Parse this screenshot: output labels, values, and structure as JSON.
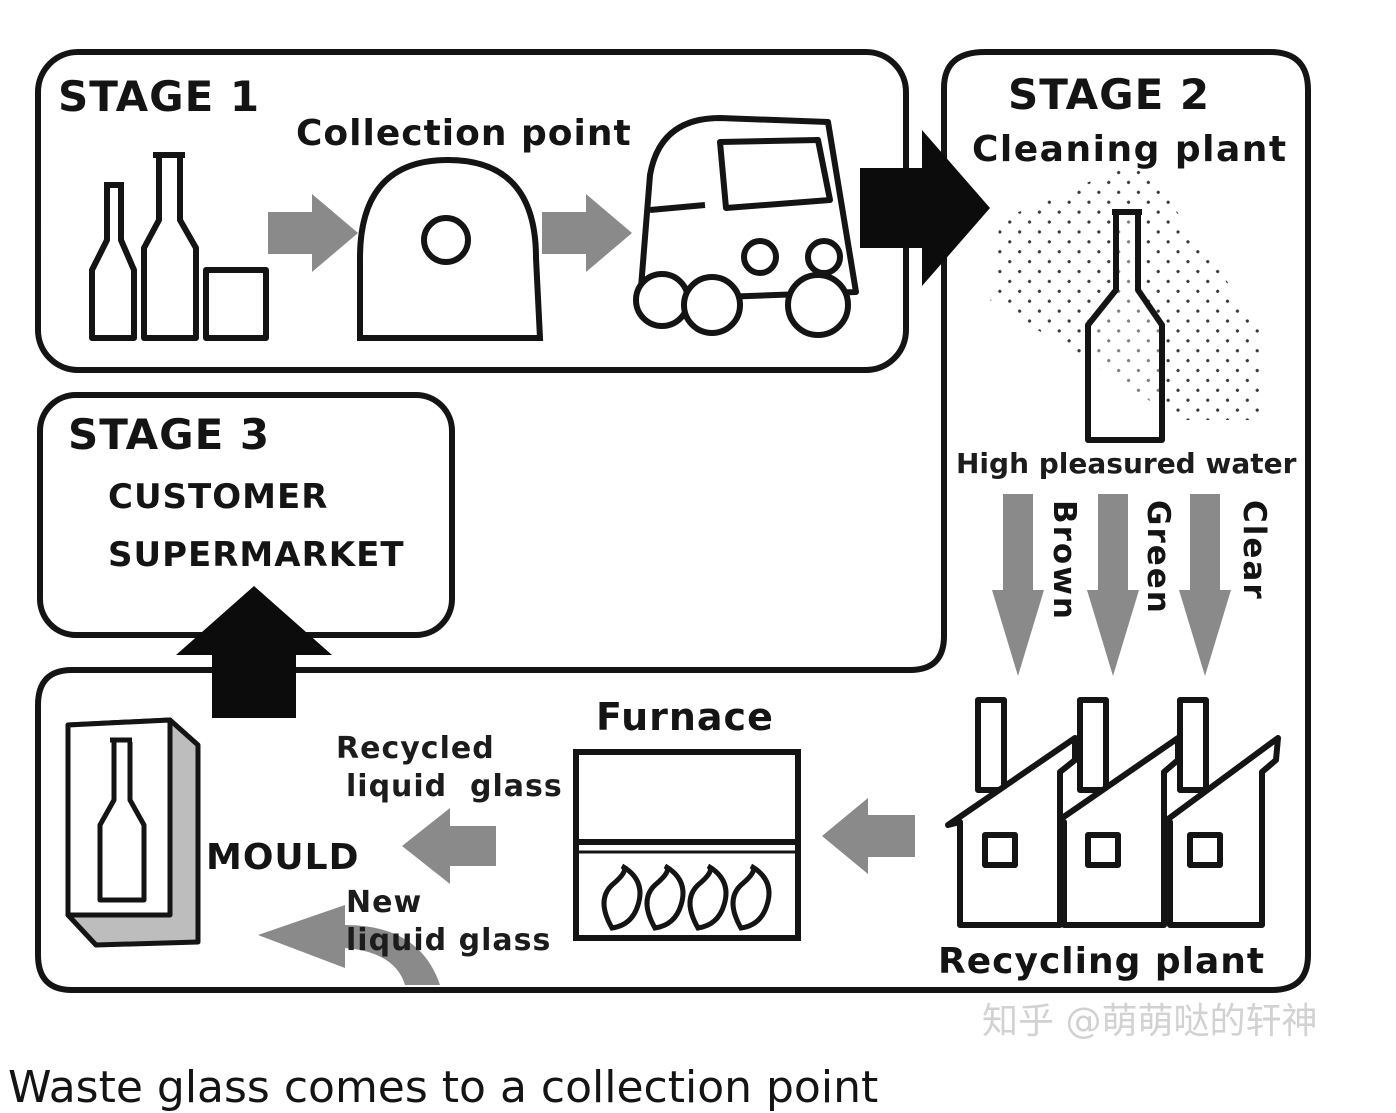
{
  "stage1": {
    "title": "STAGE 1",
    "collection_point": "Collection point"
  },
  "stage2": {
    "title": "STAGE 2",
    "cleaning_plant": "Cleaning plant",
    "high_pressure_water": "High pleasured water",
    "colors": [
      "Brown",
      "Green",
      "Clear"
    ],
    "recycling_plant": "Recycling plant"
  },
  "stage3": {
    "title": "STAGE 3",
    "line1": "CUSTOMER",
    "line2": "SUPERMARKET"
  },
  "furnace": {
    "label": "Furnace",
    "recycled_line1": "Recycled",
    "recycled_line2": "liquid  glass"
  },
  "mould": {
    "label": "MOULD",
    "new_line1": "New",
    "new_line2": "liquid glass"
  },
  "watermark": "知乎 @萌萌哒的轩神",
  "bottom_text": "Waste glass comes to a collection point",
  "colors": {
    "ink": "#141414",
    "arrow_gray": "#8a8a8a",
    "arrow_black": "#0c0c0c"
  }
}
